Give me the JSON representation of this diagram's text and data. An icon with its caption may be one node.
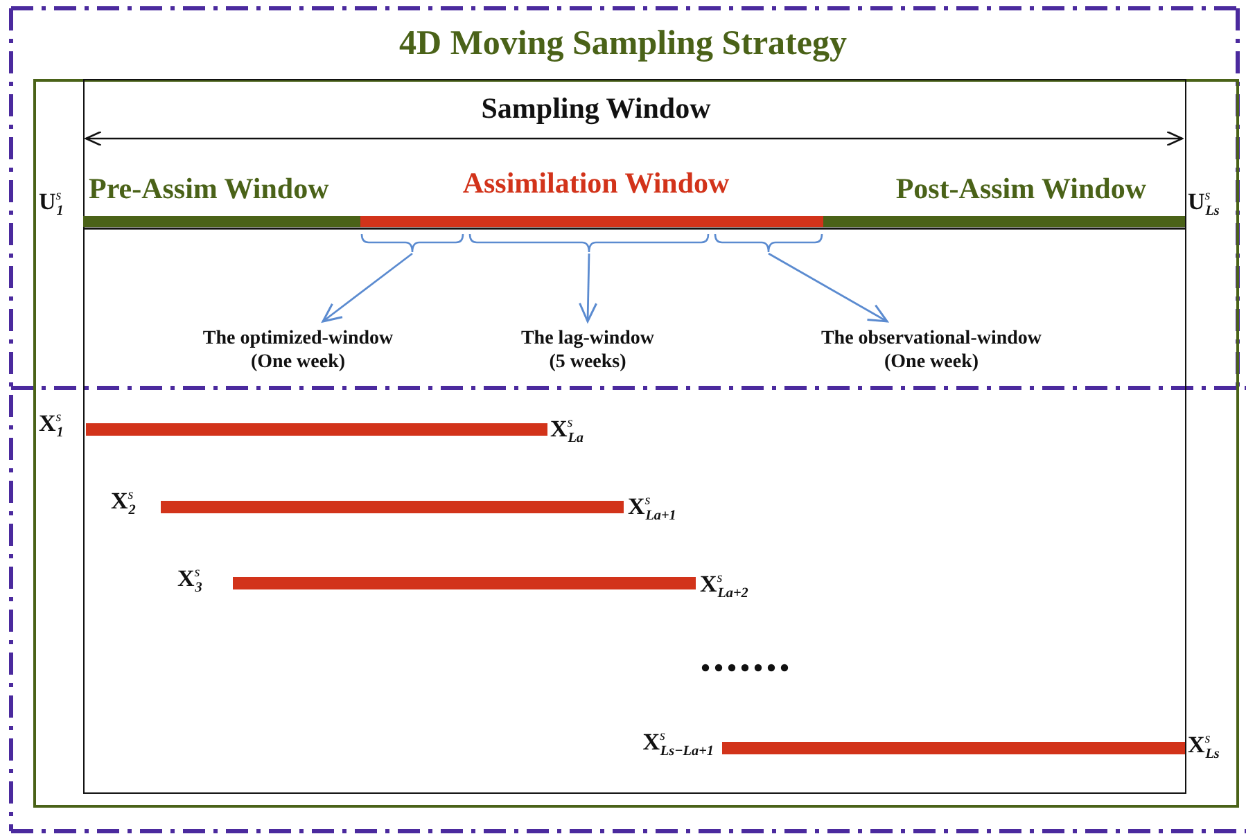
{
  "diagram": {
    "title": "4D Moving Sampling Strategy",
    "nodes": [
      {
        "text": [],
        "shape": "brace"
      },
      {
        "text": [],
        "shape": "brace"
      },
      {
        "text": [],
        "shape": "brace"
      },
      {
        "text": [
          "The optimized-window",
          "(One week)"
        ]
      },
      {
        "text": [
          "The lag-window",
          "(5 weeks)"
        ]
      },
      {
        "text": [
          "The observational-window",
          "(One week)"
        ]
      }
    ],
    "edges": [
      {
        "from": 0,
        "to": 3,
        "arrow": "to"
      },
      {
        "from": 1,
        "to": 4,
        "arrow": "to"
      },
      {
        "from": 2,
        "to": 5,
        "arrow": "to"
      }
    ],
    "labels": [
      "Sampling Window",
      "U$^{s}$$_{1}$",
      "Pre-Assim Window",
      "Assimilation Window",
      "Post-Assim Window",
      "U$^{s}$$_{Ls}$",
      "X$^{s}$$_{1}$",
      "X$^{s}$$_{La}$",
      "X$^{s}$$_{2}$",
      "X$^{s}$$_{La+1}$",
      "X$^{s}$$_{3}$",
      "X$^{s}$$_{La+2}$",
      "X$^{s}$$_{Ls−La+1}$",
      "X$^{s}$$_{Ls}$"
    ]
  }
}
